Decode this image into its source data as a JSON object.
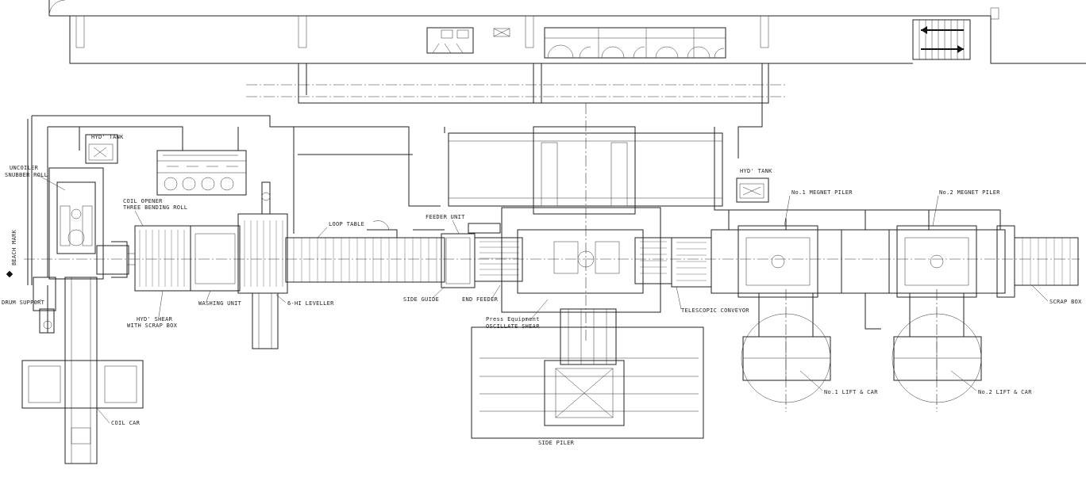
{
  "labels": {
    "uncoiler": "UNCOILER",
    "snubber": "SNUBBER ROLL",
    "beach_mark": "BEACH MARK",
    "drum_support": "DRUM SUPPORT",
    "coil_car": "COIL CAR",
    "coil_opener": "COIL OPENER",
    "bending_roll": "THREE BENDING ROLL",
    "hyd_shear": "HYD' SHEAR",
    "scrap_box_shear": "WITH SCRAP BOX",
    "washing_unit": "WASHING UNIT",
    "leveller": "6-HI LEVELLER",
    "loop_table": "LOOP TABLE",
    "feeder_unit": "FEEDER UNIT",
    "side_guide": "SIDE GUIDE",
    "end_feeder": "END FEEDER",
    "press_equipment": "Press Equipment",
    "oscillate_shear": "OSCILLATE SHEAR",
    "telescopic_conveyor": "TELESCOPIC CONVEYOR",
    "side_piler": "SIDE PILER",
    "magnet_piler_1": "No.1 MEGNET PILER",
    "magnet_piler_2": "No.2 MEGNET PILER",
    "lift_car_1": "No.1 LIFT & CAR",
    "lift_car_2": "No.2 LIFT & CAR",
    "scrap_box": "SCRAP BOX",
    "hyd_tank_left": "HYD' TANK",
    "hyd_tank_right": "HYD' TANK"
  }
}
